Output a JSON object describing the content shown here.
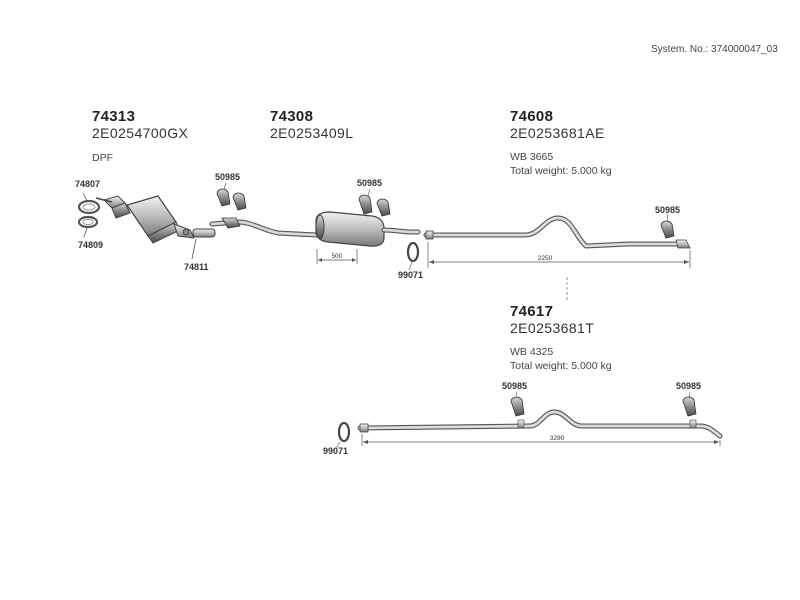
{
  "system_no": "System. No.: 374000047_03",
  "groups": [
    {
      "part": "74313",
      "code": "2E0254700GX",
      "notes": [
        "DPF"
      ]
    },
    {
      "part": "74308",
      "code": "2E0253409L",
      "notes": []
    },
    {
      "part": "74608",
      "code": "2E0253681AE",
      "notes": [
        "WB 3665",
        "Total weight: 5.000 kg"
      ]
    },
    {
      "part": "74617",
      "code": "2E0253681T",
      "notes": [
        "WB 4325",
        "Total weight: 5.000 kg"
      ]
    }
  ],
  "callouts": {
    "c74807": "74807",
    "c74809": "74809",
    "c74811": "74811",
    "c50985_a": "50985",
    "c50985_b": "50985",
    "c50985_c": "50985",
    "c50985_d": "50985",
    "c50985_e": "50985",
    "c99071_a": "99071",
    "c99071_b": "99071"
  },
  "dimensions": {
    "d500": "500",
    "d2250": "2250",
    "d3290": "3290"
  }
}
